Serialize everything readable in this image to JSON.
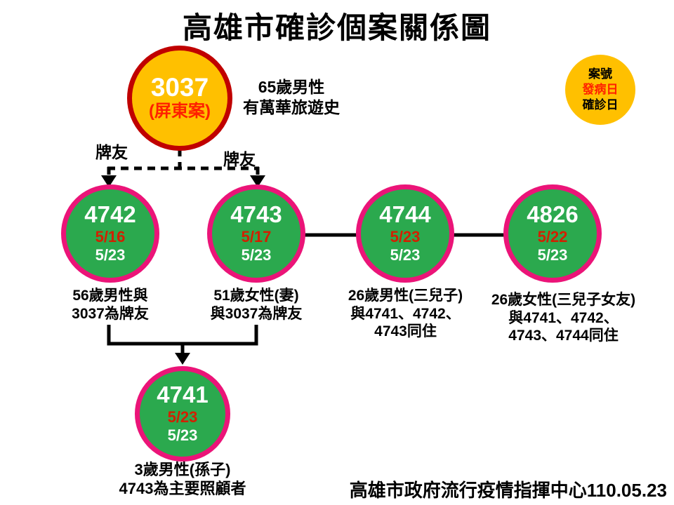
{
  "title": "高雄市確診個案關係圖",
  "legend": {
    "case_label": "案號",
    "onset_label": "發病日",
    "confirmed_label": "確診日"
  },
  "source_case": {
    "id": "3037",
    "origin": "(屏東案)",
    "note_line1": "65歲男性",
    "note_line2": "有萬華旅遊史"
  },
  "edge_labels": {
    "left": "牌友",
    "right": "牌友"
  },
  "cases": [
    {
      "id": "4742",
      "onset": "5/16",
      "confirmed": "5/23",
      "desc": [
        "56歲男性與",
        "3037為牌友"
      ]
    },
    {
      "id": "4743",
      "onset": "5/17",
      "confirmed": "5/23",
      "desc": [
        "51歲女性(妻)",
        "與3037為牌友"
      ]
    },
    {
      "id": "4744",
      "onset": "5/23",
      "confirmed": "5/23",
      "desc": [
        "26歲男性(三兒子)",
        "與4741、4742、",
        "4743同住"
      ]
    },
    {
      "id": "4826",
      "onset": "5/22",
      "confirmed": "5/23",
      "desc": [
        "26歲女性(三兒子女友)",
        "與4741、4742、",
        "4743、4744同住"
      ]
    },
    {
      "id": "4741",
      "onset": "5/23",
      "confirmed": "5/23",
      "desc": [
        "3歲男性(孫子)",
        "4743為主要照顧者"
      ]
    }
  ],
  "footer": "高雄市政府流行疫情指揮中心110.05.23",
  "colors": {
    "source_fill": "#FFC000",
    "source_border": "#C00000",
    "case_fill": "#2BA94E",
    "case_border": "#EB1478",
    "onset_red": "#D22000",
    "bright_red": "#FF2000",
    "line_black": "#000000"
  }
}
